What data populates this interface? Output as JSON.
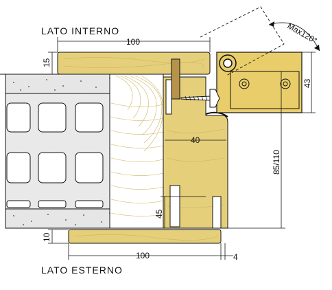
{
  "labels": {
    "internal_side": "LATO INTERNO",
    "external_side": "LATO ESTERNO",
    "hinge_angle": "Max120°"
  },
  "dimensions": {
    "top_width": "100",
    "bottom_width": "100",
    "top_band": "15",
    "hinge_height": "43",
    "frame_depth": "40",
    "opening_range": "85/110",
    "rebate_height": "45",
    "bottom_band": "10",
    "gap": "4"
  },
  "colors": {
    "wood": "#e5cf7b",
    "hinge": "#e8cd6a",
    "wall": "#e6e6e6",
    "dark_strip": "#b7924a"
  }
}
